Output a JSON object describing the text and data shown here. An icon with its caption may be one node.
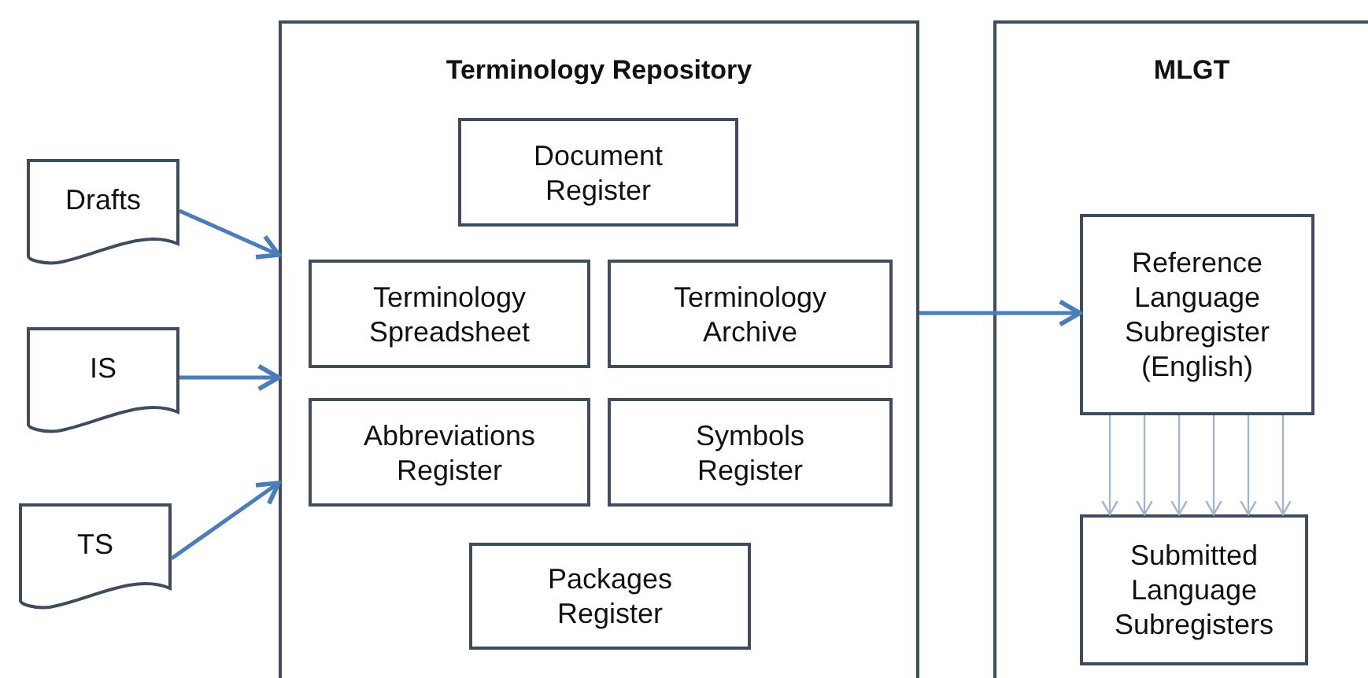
{
  "diagram": {
    "nodes": [
      {
        "text": [
          "Drafts"
        ]
      },
      {
        "text": [
          "IS"
        ]
      },
      {
        "text": [
          "TS"
        ]
      },
      {
        "text": [
          "Terminology Repository"
        ]
      },
      {
        "text": [
          "Document Register"
        ],
        "in": 3
      },
      {
        "text": [
          "Terminology Spreadsheet"
        ],
        "in": 3
      },
      {
        "text": [
          "Terminology Archive"
        ],
        "in": 3
      },
      {
        "text": [
          "Abbreviations Register"
        ],
        "in": 3
      },
      {
        "text": [
          "Symbols Register"
        ],
        "in": 3
      },
      {
        "text": [
          "Packages Register"
        ],
        "in": 3
      },
      {
        "text": [
          "MLGT"
        ]
      },
      {
        "text": [
          "Reference Language Subregister (English)"
        ],
        "in": 10
      },
      {
        "text": [
          "Submitted Language Subregisters"
        ],
        "in": 10
      }
    ],
    "edges": [
      {
        "from": 0,
        "to": 3,
        "arrow": "to"
      },
      {
        "from": 1,
        "to": 3,
        "arrow": "to"
      },
      {
        "from": 2,
        "to": 3,
        "arrow": "to"
      },
      {
        "from": 3,
        "to": 11,
        "arrow": "to"
      },
      {
        "from": 11,
        "to": 12,
        "arrow": "to",
        "color": "#9fb6cc"
      },
      {
        "from": 11,
        "to": 12,
        "arrow": "to",
        "color": "#9fb6cc"
      },
      {
        "from": 11,
        "to": 12,
        "arrow": "to",
        "color": "#9fb6cc"
      },
      {
        "from": 11,
        "to": 12,
        "arrow": "to",
        "color": "#9fb6cc"
      },
      {
        "from": 11,
        "to": 12,
        "arrow": "to",
        "color": "#9fb6cc"
      },
      {
        "from": 11,
        "to": 12,
        "arrow": "to",
        "color": "#9fb6cc"
      }
    ]
  }
}
